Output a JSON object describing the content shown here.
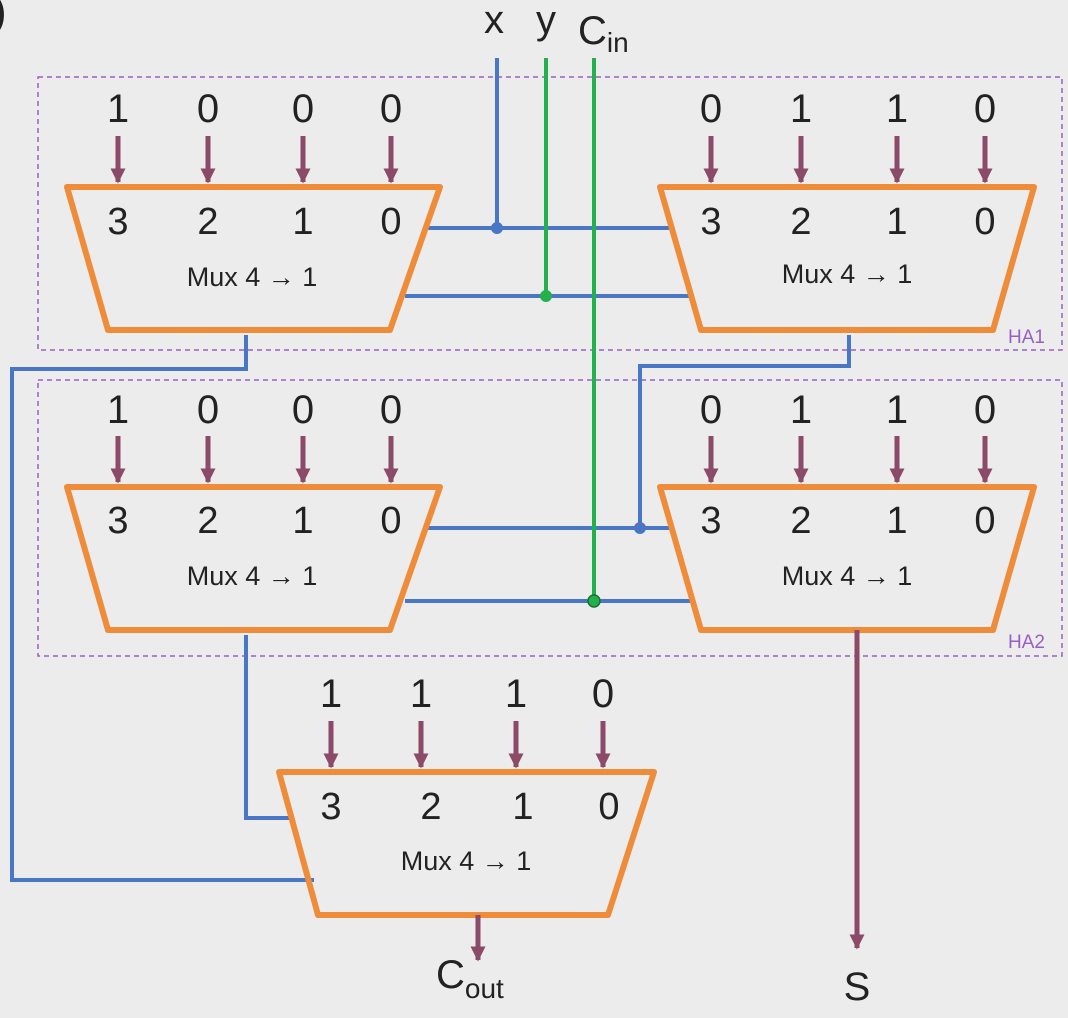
{
  "signals": {
    "x": "x",
    "y": "y",
    "cin_main": "C",
    "cin_sub": "in",
    "cout_main": "C",
    "cout_sub": "out",
    "s": "S"
  },
  "blocks": {
    "ha1": "HA1",
    "ha2": "HA2"
  },
  "mux_label": "Mux 4 → 1",
  "select_indices": [
    "3",
    "2",
    "1",
    "0"
  ],
  "muxes": {
    "ha1_carry": {
      "inputs": [
        "1",
        "0",
        "0",
        "0"
      ]
    },
    "ha1_sum": {
      "inputs": [
        "0",
        "1",
        "1",
        "0"
      ]
    },
    "ha2_carry": {
      "inputs": [
        "1",
        "0",
        "0",
        "0"
      ]
    },
    "ha2_sum": {
      "inputs": [
        "0",
        "1",
        "1",
        "0"
      ]
    },
    "or_carry": {
      "inputs": [
        "1",
        "1",
        "1",
        "0"
      ]
    }
  },
  "colors": {
    "mux_border": "#ee8c3a",
    "blue_wire": "#4a76c6",
    "green_wire": "#22b14c",
    "arrow": "#8a4a68",
    "dashed_box": "#9a5fc2",
    "background": "#ececec"
  },
  "leading_glyph": ")"
}
